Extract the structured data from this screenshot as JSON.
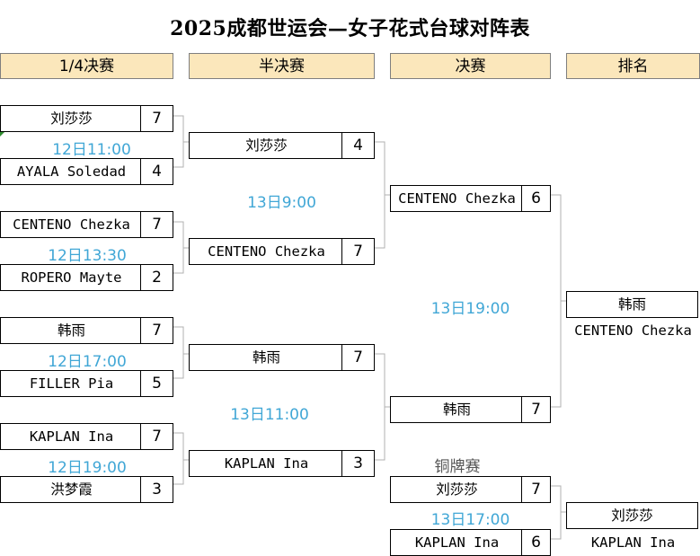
{
  "title": "2025成都世运会—女子花式台球对阵表",
  "headers": {
    "quarter": "1/4决赛",
    "semi": "半决赛",
    "final": "决赛",
    "ranking": "排名"
  },
  "quarterfinals": [
    {
      "p1": "刘莎莎",
      "s1": "7",
      "time": "12日11:00",
      "p2": "AYALA Soledad",
      "s2": "4"
    },
    {
      "p1": "CENTENO Chezka",
      "s1": "7",
      "time": "12日13:30",
      "p2": "ROPERO Mayte",
      "s2": "2"
    },
    {
      "p1": "韩雨",
      "s1": "7",
      "time": "12日17:00",
      "p2": "FILLER Pia",
      "s2": "5"
    },
    {
      "p1": "KAPLAN Ina",
      "s1": "7",
      "time": "12日19:00",
      "p2": "洪梦霞",
      "s2": "3"
    }
  ],
  "semifinals": [
    {
      "p1": "刘莎莎",
      "s1": "4",
      "time": "13日9:00",
      "p2": "CENTENO Chezka",
      "s2": "7"
    },
    {
      "p1": "韩雨",
      "s1": "7",
      "time": "13日11:00",
      "p2": "KAPLAN Ina",
      "s2": "3"
    }
  ],
  "final": {
    "p1": "CENTENO Chezka",
    "s1": "6",
    "time": "13日19:00",
    "p2": "韩雨",
    "s2": "7"
  },
  "bronze": {
    "label": "铜牌赛",
    "p1": "刘莎莎",
    "s1": "7",
    "time": "13日17:00",
    "p2": "KAPLAN Ina",
    "s2": "6"
  },
  "ranking": {
    "gold": "韩雨",
    "silver": "CENTENO Chezka",
    "bronze": "刘莎莎",
    "fourth": "KAPLAN Ina"
  }
}
